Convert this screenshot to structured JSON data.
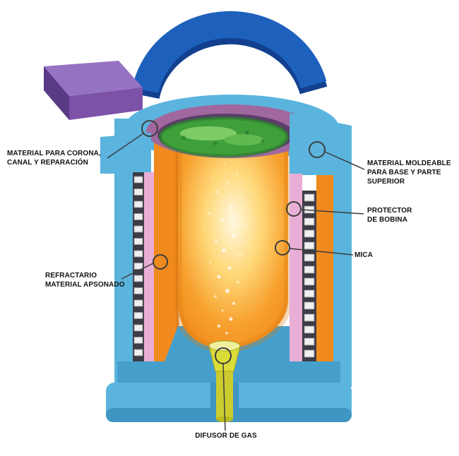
{
  "diagram": {
    "labels": {
      "corona": "MATERIAL PARA CORONA,\nCANAL Y REPARACIÓN",
      "moldeable": "MATERIAL MOLDEABLE\nPARA BASE Y PARTE\nSUPERIOR",
      "protector": "PROTECTOR\nDE BOBINA",
      "mica": "MICA",
      "refractario": "REFRACTARIO\nMATERIAL APSONADO",
      "difusor": "DIFUSOR DE GAS"
    },
    "colors": {
      "shell_blue": "#5ab4de",
      "shell_blue_dark": "#469fcb",
      "arc_blue": "#1d61bd",
      "chute_purple": "#7c52a8",
      "rim_purple": "#a0689e",
      "rim_inner": "#5c3c6b",
      "melt_green": "#3f9f3a",
      "refractory_orange": "#f08a1e",
      "coil_pink": "#e9aed6",
      "coil_bg": "#3c3c46",
      "coil_cell": "#efefef",
      "diffuser_yellow": "#dcdc38",
      "callout": "#3d3d3d"
    }
  }
}
